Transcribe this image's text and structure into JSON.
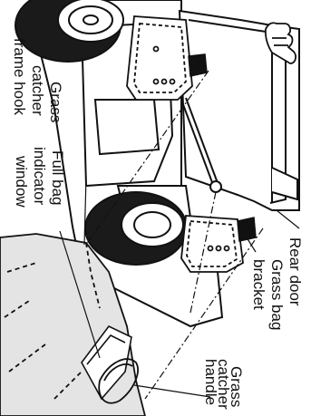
{
  "labels": {
    "rear_door": "Rear door",
    "grass_bag_bracket_1": "Grass bag",
    "grass_bag_bracket_2": "bracket",
    "catcher_handle_1": "Grass",
    "catcher_handle_2": "catcher",
    "catcher_handle_3": "handle",
    "frame_hook_1": "Grass",
    "frame_hook_2": "catcher",
    "frame_hook_3": "frame hook",
    "indicator_1": "Full bag",
    "indicator_2": "indicator",
    "indicator_3": "window"
  },
  "colors": {
    "line": "#111111",
    "bag_fill": "#e4e4e4",
    "tire": "#1a1a1a",
    "paper": "#ffffff"
  }
}
